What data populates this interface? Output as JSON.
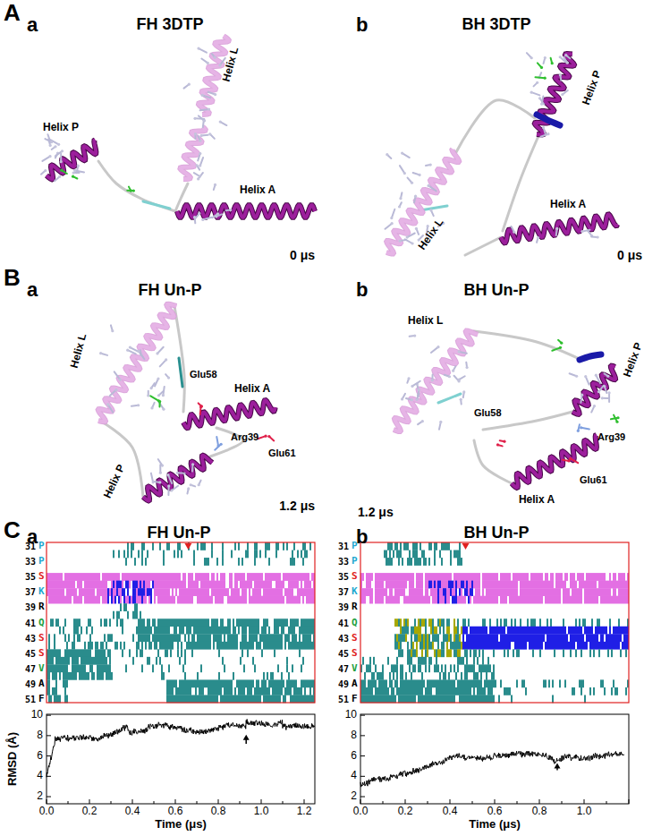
{
  "diagram": {
    "labels": [
      "A",
      "a",
      "FH 3DTP",
      "Helix L",
      "Helix P",
      "Helix A",
      "0 μs",
      "b",
      "BH 3DTP",
      "Helix P",
      "Helix L",
      "Helix A",
      "0 μs",
      "B",
      "a",
      "FH Un-P",
      "Helix L",
      "Glu58",
      "Helix A",
      "Glu61",
      "Arg39",
      "Helix P",
      "1.2 μs",
      "b",
      "BH Un-P",
      "Helix L",
      "Helix P",
      "Glu58",
      "Arg39",
      "Glu61",
      "Helix A",
      "1.2 μs",
      "C",
      "a",
      "FH Un-P",
      "31",
      "P",
      "33",
      "P",
      "35",
      "S",
      "37",
      "K",
      "39",
      "R",
      "41",
      "Q",
      "43",
      "S",
      "45",
      "S",
      "47",
      "V",
      "49",
      "A",
      "51",
      "F",
      "RMSD (Å)",
      "2",
      "4",
      "6",
      "8",
      "10",
      "0.0",
      "0.2",
      "0.4",
      "0.6",
      "0.8",
      "1.0",
      "1.2",
      "Time (μs)",
      "b",
      "BH Un-P",
      "31",
      "P",
      "33",
      "P",
      "35",
      "S",
      "37",
      "K",
      "39",
      "R",
      "41",
      "Q",
      "43",
      "S",
      "45",
      "S",
      "47",
      "V",
      "49",
      "A",
      "51",
      "F",
      "2",
      "4",
      "6",
      "8",
      "10",
      "0.0",
      "0.2",
      "0.4",
      "0.6",
      "0.8",
      "1.0",
      "Time (μs)"
    ]
  }
}
